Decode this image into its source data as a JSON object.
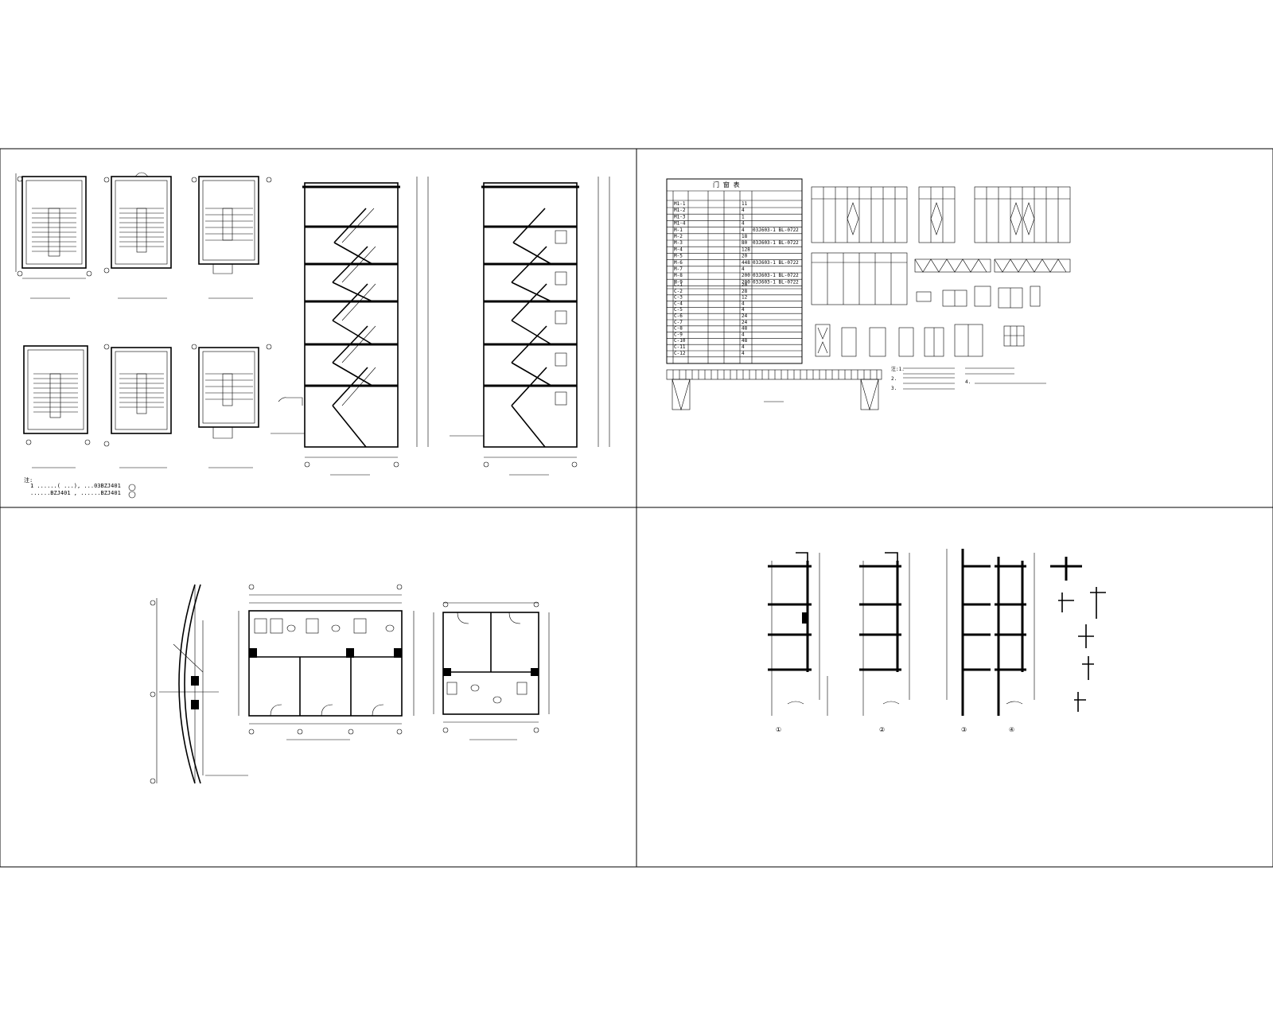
{
  "sheet": {
    "width": 1600,
    "height": 1280
  },
  "stair_plans": {
    "note_heading": "注:",
    "note_line1": "1 ......( ...), ...03BZJ401",
    "note_line2": "......BZJ401 , ......BZJ401"
  },
  "door_window_table": {
    "title": "门  窗  表",
    "door_rows": [
      {
        "code": "M1-1",
        "count": "11"
      },
      {
        "code": "M1-2",
        "count": "4"
      },
      {
        "code": "M1-3",
        "count": "1"
      },
      {
        "code": "M1-4",
        "count": "4"
      },
      {
        "code": "M-1",
        "count": "4",
        "ref": "03J603-1 BL-0722"
      },
      {
        "code": "M-2",
        "count": "18"
      },
      {
        "code": "M-3",
        "count": "80",
        "ref": "03J603-1 BL-0722"
      },
      {
        "code": "M-4",
        "count": "128"
      },
      {
        "code": "M-5",
        "count": "20"
      },
      {
        "code": "M-6",
        "count": "448",
        "ref": "03J603-1 BL-0722"
      },
      {
        "code": "M-7",
        "count": "4"
      },
      {
        "code": "M-8",
        "count": "200",
        "ref": "03J603-1 BL-0722"
      },
      {
        "code": "M-9",
        "count": "200",
        "ref": "03J603-1 BL-0722"
      }
    ],
    "window_rows": [
      {
        "code": "C-1",
        "count": "20"
      },
      {
        "code": "C-2",
        "count": "28"
      },
      {
        "code": "C-3",
        "count": "12"
      },
      {
        "code": "C-4",
        "count": "4"
      },
      {
        "code": "C-5",
        "count": "4"
      },
      {
        "code": "C-6",
        "count": "24"
      },
      {
        "code": "C-7",
        "count": "24"
      },
      {
        "code": "C-8",
        "count": "48"
      },
      {
        "code": "C-9",
        "count": "4"
      },
      {
        "code": "C-10",
        "count": "48"
      },
      {
        "code": "C-11",
        "count": "4"
      },
      {
        "code": "C-12",
        "count": "4"
      }
    ],
    "notes": [
      "注:1.",
      "2.",
      "3.",
      "4."
    ]
  },
  "details": {
    "marks": [
      "①",
      "②",
      "③",
      "④"
    ]
  }
}
